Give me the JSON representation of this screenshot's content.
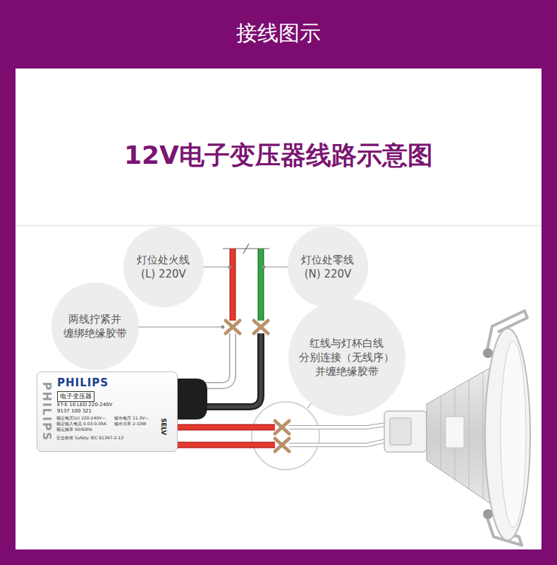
{
  "diagram": {
    "title": "12V电子变压器线路示意图",
    "nodes": [
      {
        "text": [
          "接线图示"
        ]
      },
      {
        "text": [
          "灯位处火线 (L) 220V"
        ]
      },
      {
        "text": [
          "灯位处零线 (N) 220V"
        ]
      },
      {
        "text": [
          "两线拧紧并 缠绑绝缘胶带"
        ]
      },
      {
        "text": [
          "红线与灯杯白线 分别连接（无线序） 并缠绝缘胶带"
        ]
      },
      {
        "text": [
          "PHILIPS",
          "电子变压器",
          "ET-E 10 LED 220-240V",
          "9137 100 321"
        ]
      }
    ],
    "labels": [
      "PHILIPS",
      "SELV",
      "额定电压(U) 220-240V~",
      "额定输入电流 0.03-0.05A",
      "额定频率 50/60Hz",
      "输出电压 11.3V~",
      "输出功率 2-10W",
      "安全标准 Safety: IEC 61347-2-13"
    ]
  }
}
